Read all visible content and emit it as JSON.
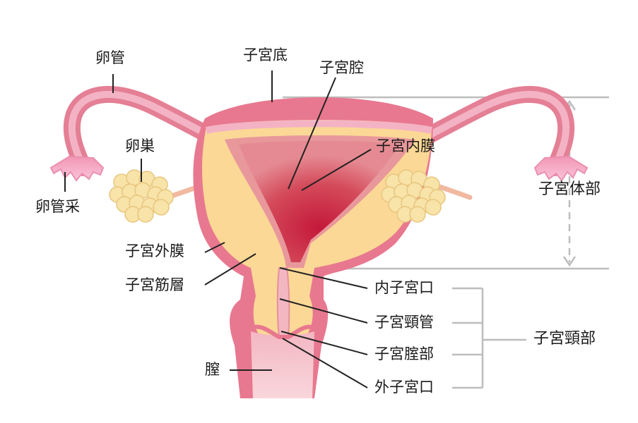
{
  "labels": {
    "fallopian_tube": "卵管",
    "fundus": "子宮底",
    "uterine_cavity": "子宮腔",
    "ovary": "卵巣",
    "endometrium": "子宮内膜",
    "fimbriae": "卵管采",
    "uterine_body": "子宮体部",
    "perimetrium": "子宮外膜",
    "myometrium": "子宮筋層",
    "internal_os": "内子宮口",
    "cervical_canal": "子宮頸管",
    "vaginal_part": "子宮腟部",
    "external_os": "外子宮口",
    "cervix": "子宮頸部",
    "vagina": "膣"
  },
  "colors": {
    "outer_wall": "#e8788f",
    "muscle_layer": "#fbd896",
    "lining": "#e5919b",
    "cavity": "#c72a45",
    "tube_light": "#f5a7c0",
    "ovary": "#f8e3a9",
    "leader_line": "#222222",
    "bracket_gray": "#bdbdbd"
  }
}
